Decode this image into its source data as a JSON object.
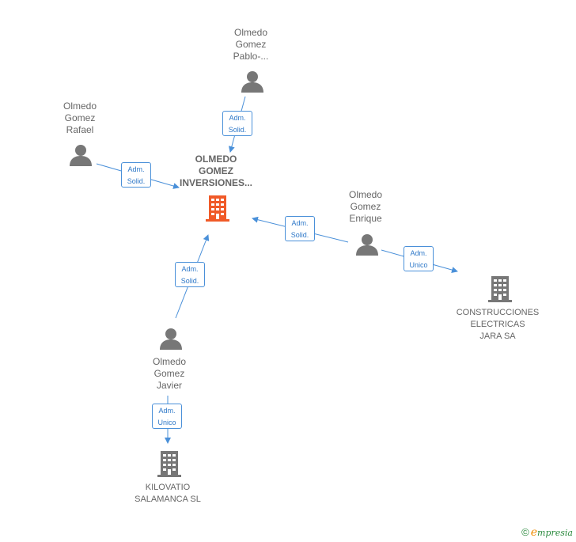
{
  "nodes": {
    "central": {
      "lines": [
        "OLMEDO",
        "GOMEZ",
        "INVERSIONES..."
      ]
    },
    "pablo": {
      "lines": [
        "Olmedo",
        "Gomez",
        "Pablo-..."
      ]
    },
    "rafael": {
      "lines": [
        "Olmedo",
        "Gomez",
        "Rafael"
      ]
    },
    "enrique": {
      "lines": [
        "Olmedo",
        "Gomez",
        "Enrique"
      ]
    },
    "javier": {
      "lines": [
        "Olmedo",
        "Gomez",
        "Javier"
      ]
    },
    "construcciones": {
      "lines": [
        "CONSTRUCCIONES",
        "ELECTRICAS",
        "JARA SA"
      ]
    },
    "kilovatio": {
      "lines": [
        "KILOVATIO",
        "SALAMANCA SL"
      ]
    }
  },
  "edges": {
    "pablo_central": {
      "lines": [
        "Adm.",
        "Solid."
      ]
    },
    "rafael_central": {
      "lines": [
        "Adm.",
        "Solid."
      ]
    },
    "enrique_central": {
      "lines": [
        "Adm.",
        "Solid."
      ]
    },
    "javier_central": {
      "lines": [
        "Adm.",
        "Solid."
      ]
    },
    "enrique_construcciones": {
      "lines": [
        "Adm.",
        "Unico"
      ]
    },
    "javier_kilovatio": {
      "lines": [
        "Adm.",
        "Unico"
      ]
    }
  },
  "footer": {
    "copyright_symbol": "©",
    "brand_first": "e",
    "brand_rest": "mpresia"
  },
  "colors": {
    "central_icon": "#f05a28",
    "company_icon": "#777777",
    "person_icon": "#777777",
    "edge": "#4a90d9"
  },
  "icons": {
    "person": "person-icon",
    "company": "building-icon"
  }
}
